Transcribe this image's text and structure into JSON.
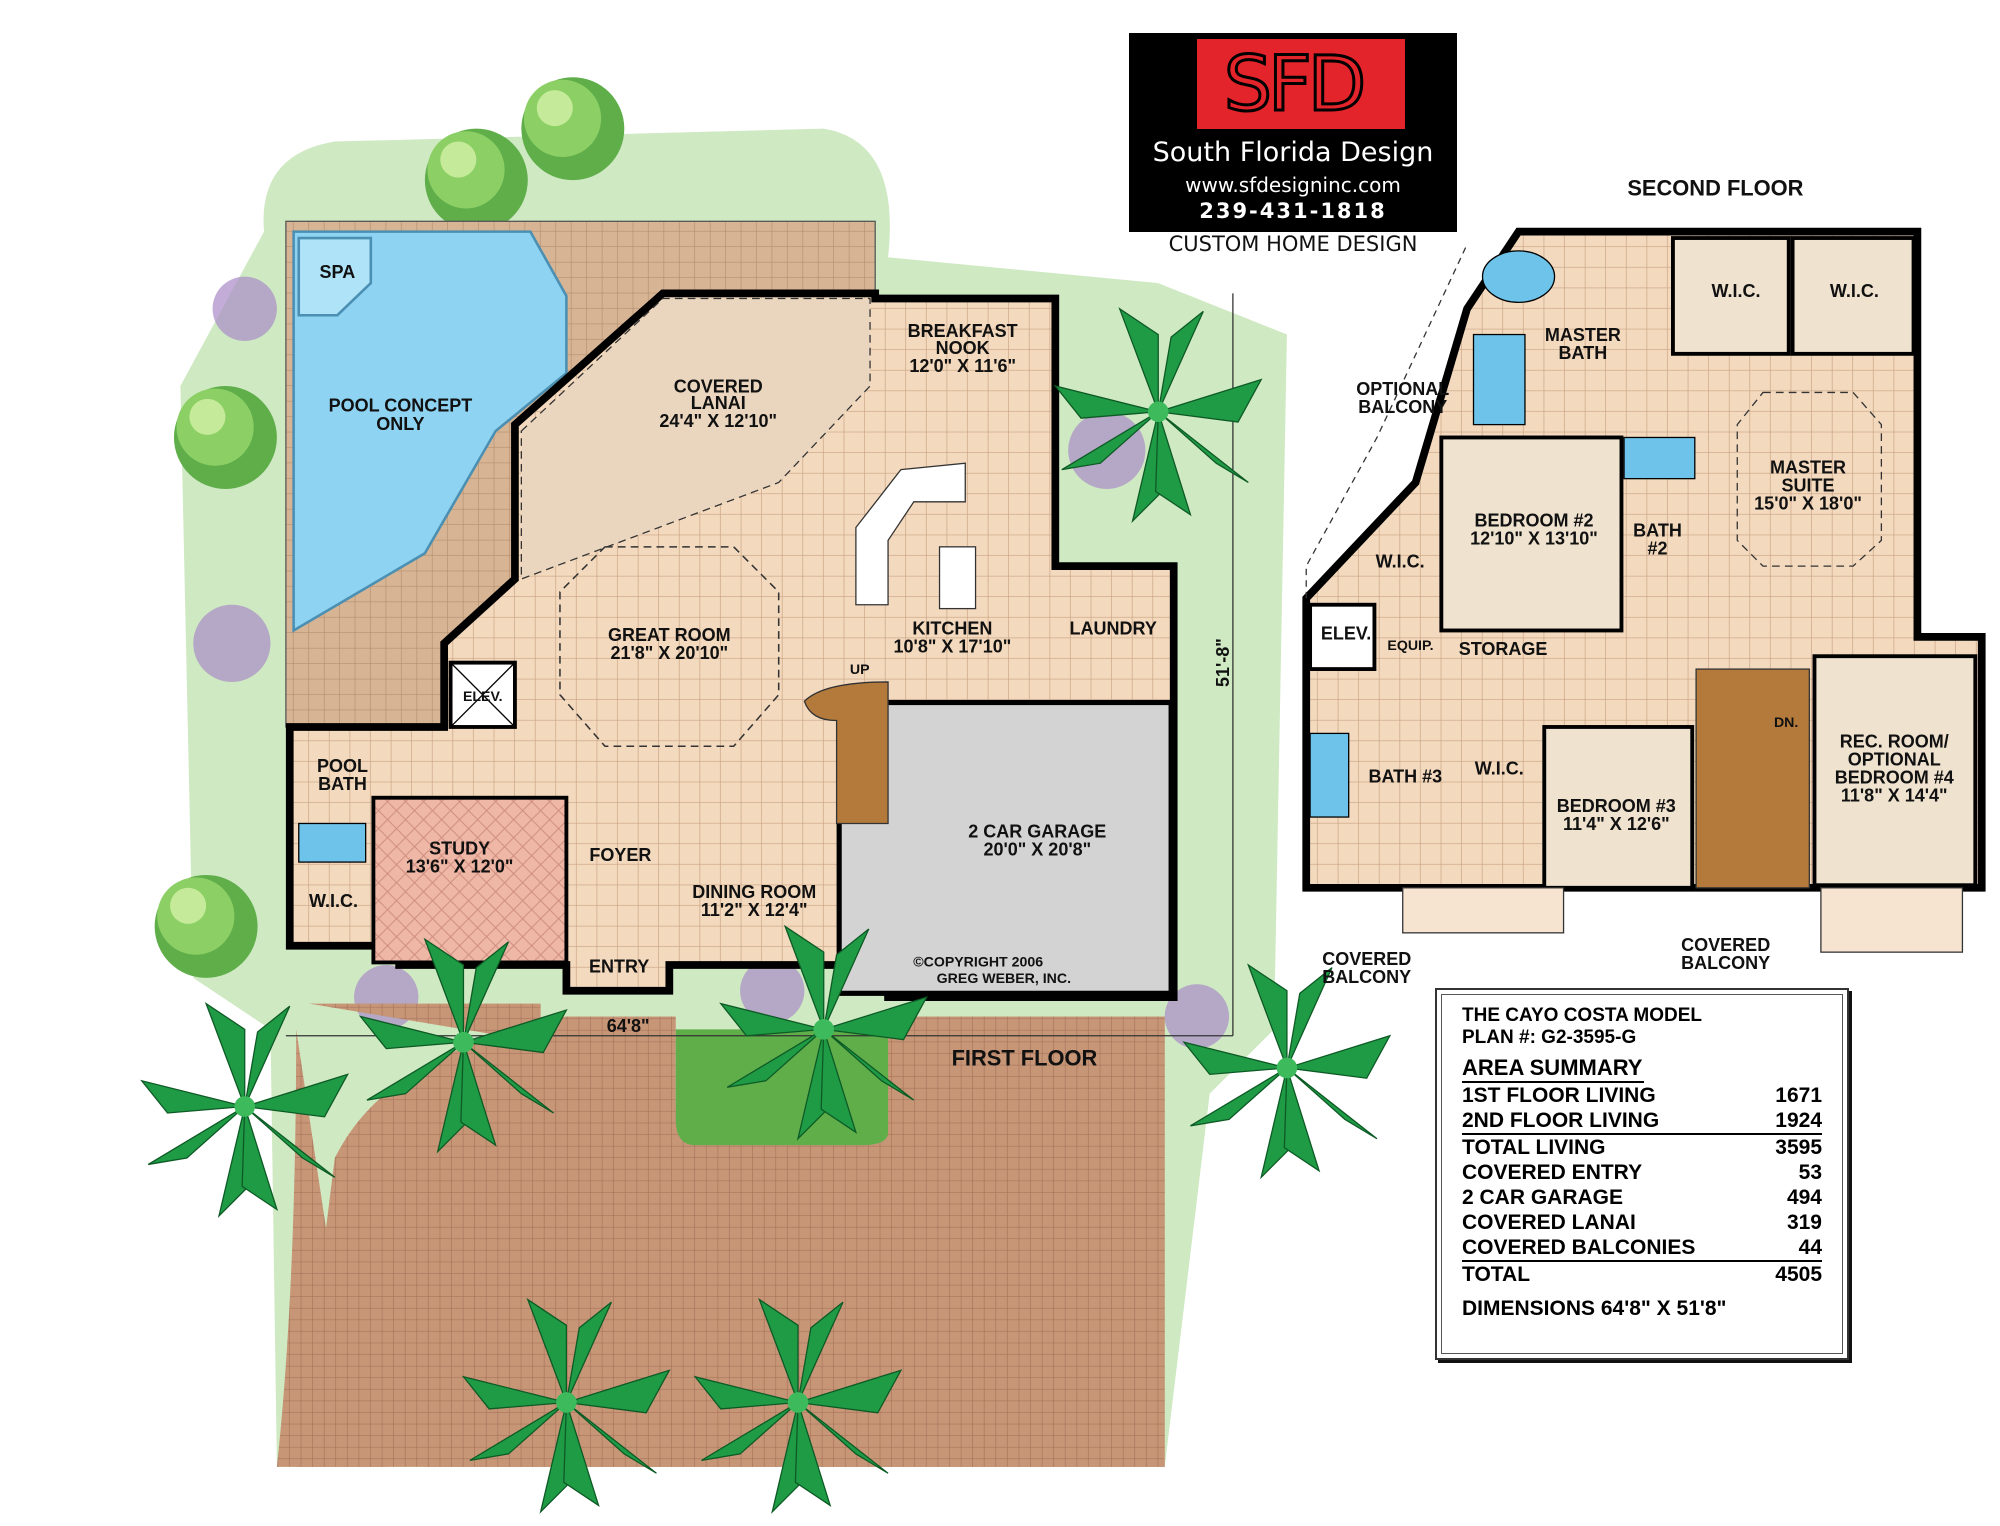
{
  "logo": {
    "monogram": "SFD",
    "company": "South Florida Design",
    "website": "www.sfdesigninc.com",
    "phone": "239-431-1818",
    "tagline": "CUSTOM HOME DESIGN",
    "colors": {
      "red": "#e3242b",
      "black": "#000000"
    }
  },
  "first_floor": {
    "title": "FIRST FLOOR",
    "width_dim": "64'8\"",
    "depth_dim": "51'-8\"",
    "stair_label": "UP",
    "copyright": [
      "©COPYRIGHT 2006",
      "GREG WEBER, INC."
    ],
    "rooms": {
      "spa": "SPA",
      "pool": [
        "POOL CONCEPT",
        "ONLY"
      ],
      "lanai": [
        "COVERED",
        "LANAI",
        "24'4\" X 12'10\""
      ],
      "nook": [
        "BREAKFAST",
        "NOOK",
        "12'0\" X 11'6\""
      ],
      "great": [
        "GREAT ROOM",
        "21'8\" X 20'10\""
      ],
      "kitchen": [
        "KITCHEN",
        "10'8\" X 17'10\""
      ],
      "laundry": "LAUNDRY",
      "elev": "ELEV.",
      "pool_bath": [
        "POOL",
        "BATH"
      ],
      "study": [
        "STUDY",
        "13'6\" X 12'0\""
      ],
      "foyer": "FOYER",
      "dining": [
        "DINING ROOM",
        "11'2\" X 12'4\""
      ],
      "wic": "W.I.C.",
      "entry": "ENTRY",
      "garage": [
        "2 CAR GARAGE",
        "20'0\" X 20'8\""
      ]
    }
  },
  "second_floor": {
    "title": "SECOND FLOOR",
    "stair_label": "DN.",
    "rooms": {
      "wic1": "W.I.C.",
      "wic2": "W.I.C.",
      "master_bath": [
        "MASTER",
        "BATH"
      ],
      "optional_balcony": [
        "OPTIONAL",
        "BALCONY"
      ],
      "master_suite": [
        "MASTER",
        "SUITE",
        "15'0\" X 18'0\""
      ],
      "bedroom2": [
        "BEDROOM #2",
        "12'10\" X 13'10\""
      ],
      "bath2": [
        "BATH",
        "#2"
      ],
      "wic3": "W.I.C.",
      "elev": "ELEV.",
      "equip": "EQUIP.",
      "storage": "STORAGE",
      "bath3": "BATH #3",
      "wic4": "W.I.C.",
      "bedroom3": [
        "BEDROOM #3",
        "11'4\" X 12'6\""
      ],
      "rec_room": [
        "REC. ROOM/",
        "OPTIONAL",
        "BEDROOM #4",
        "11'8\" X 14'4\""
      ],
      "balcony_left": [
        "COVERED",
        "BALCONY"
      ],
      "balcony_right": [
        "COVERED",
        "BALCONY"
      ]
    }
  },
  "summary": {
    "model": "THE CAYO COSTA MODEL",
    "plan": "PLAN #: G2-3595-G",
    "heading": "AREA SUMMARY",
    "rows": [
      {
        "label": "1ST FLOOR LIVING",
        "value": "1671"
      },
      {
        "label": "2ND FLOOR LIVING",
        "value": "1924"
      },
      {
        "label": "TOTAL LIVING",
        "value": "3595"
      },
      {
        "label": "COVERED ENTRY",
        "value": "53"
      },
      {
        "label": "2 CAR GARAGE",
        "value": "494"
      },
      {
        "label": "COVERED LANAI",
        "value": "319"
      },
      {
        "label": "COVERED BALCONIES",
        "value": "44"
      },
      {
        "label": "TOTAL",
        "value": "4505"
      }
    ],
    "dimensions": "DIMENSIONS 64'8\" X 51'8\""
  }
}
